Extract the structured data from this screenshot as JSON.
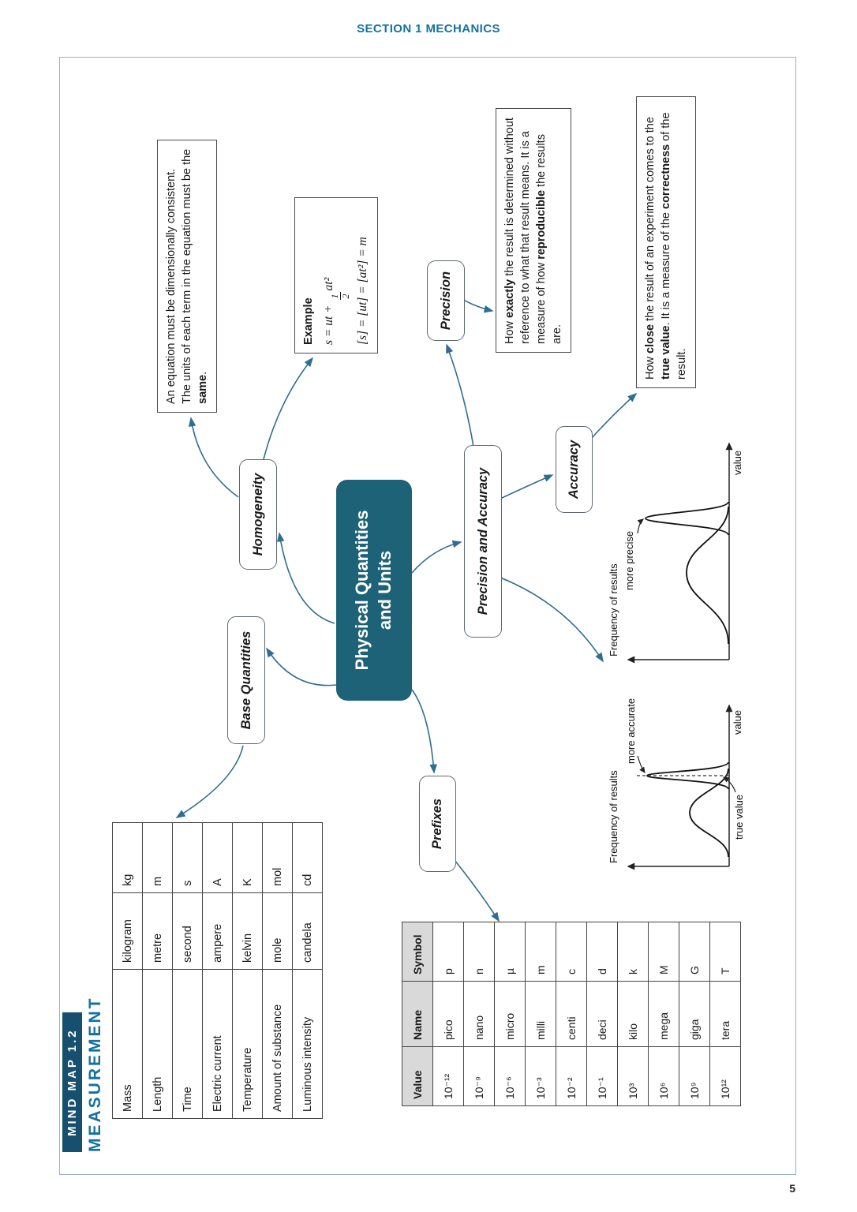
{
  "page": {
    "section_header": "SECTION 1 MECHANICS",
    "page_number": "5",
    "mindmap_label": "MIND MAP 1.2",
    "chapter_title": "MEASUREMENT"
  },
  "central_node": {
    "line1": "Physical Quantities",
    "line2": "and Units"
  },
  "nodes": {
    "homogeneity": "Homogeneity",
    "base_quantities": "Base Quantities",
    "prefixes": "Prefixes",
    "precision_and_accuracy": "Precision and Accuracy",
    "precision": "Precision",
    "accuracy": "Accuracy"
  },
  "homogeneity_note": {
    "p1": "An equation must be dimensionally consistent. The units of each term in the equation must be the ",
    "p2": "same",
    "p3": "."
  },
  "example_box": {
    "title": "Example",
    "eq1_lhs": "s = ut + ",
    "frac_num": "1",
    "frac_den": "2",
    "eq1_rhs": "at²",
    "eq2": "[s] = [ut] = [at²] = m"
  },
  "precision_note": {
    "p1": "How ",
    "p2": "exactly",
    "p3": " the result is determined without reference to what that result means. It is a measure of how ",
    "p4": "reproducible",
    "p5": " the results are."
  },
  "accuracy_note": {
    "p1": "How ",
    "p2": "close",
    "p3": " the result of an experiment comes to the ",
    "p4": "true value",
    "p5": ". It is a measure of the ",
    "p6": "correctness",
    "p7": " of the result."
  },
  "base_table": {
    "rows": [
      [
        "Mass",
        "kilogram",
        "kg"
      ],
      [
        "Length",
        "metre",
        "m"
      ],
      [
        "Time",
        "second",
        "s"
      ],
      [
        "Electric current",
        "ampere",
        "A"
      ],
      [
        "Temperature",
        "kelvin",
        "K"
      ],
      [
        "Amount of substance",
        "mole",
        "mol"
      ],
      [
        "Luminous intensity",
        "candela",
        "cd"
      ]
    ]
  },
  "prefix_table": {
    "headers": [
      "Value",
      "Name",
      "Symbol"
    ],
    "rows": [
      [
        "10⁻¹²",
        "pico",
        "p"
      ],
      [
        "10⁻⁹",
        "nano",
        "n"
      ],
      [
        "10⁻⁶",
        "micro",
        "µ"
      ],
      [
        "10⁻³",
        "milli",
        "m"
      ],
      [
        "10⁻²",
        "centi",
        "c"
      ],
      [
        "10⁻¹",
        "deci",
        "d"
      ],
      [
        "10³",
        "kilo",
        "k"
      ],
      [
        "10⁶",
        "mega",
        "M"
      ],
      [
        "10⁹",
        "giga",
        "G"
      ],
      [
        "10¹²",
        "tera",
        "T"
      ]
    ]
  },
  "graphs": {
    "accuracy": {
      "y_label": "Frequency of results",
      "x_label": "value",
      "annotation": "more accurate",
      "true_value": "true value"
    },
    "precision": {
      "y_label": "Frequency of results",
      "x_label": "value",
      "annotation": "more precise"
    }
  },
  "colors": {
    "accent_teal": "#15729c",
    "badge_bg": "#174f6e",
    "central_bg": "#1e6278",
    "arrow": "#2f6e91"
  }
}
